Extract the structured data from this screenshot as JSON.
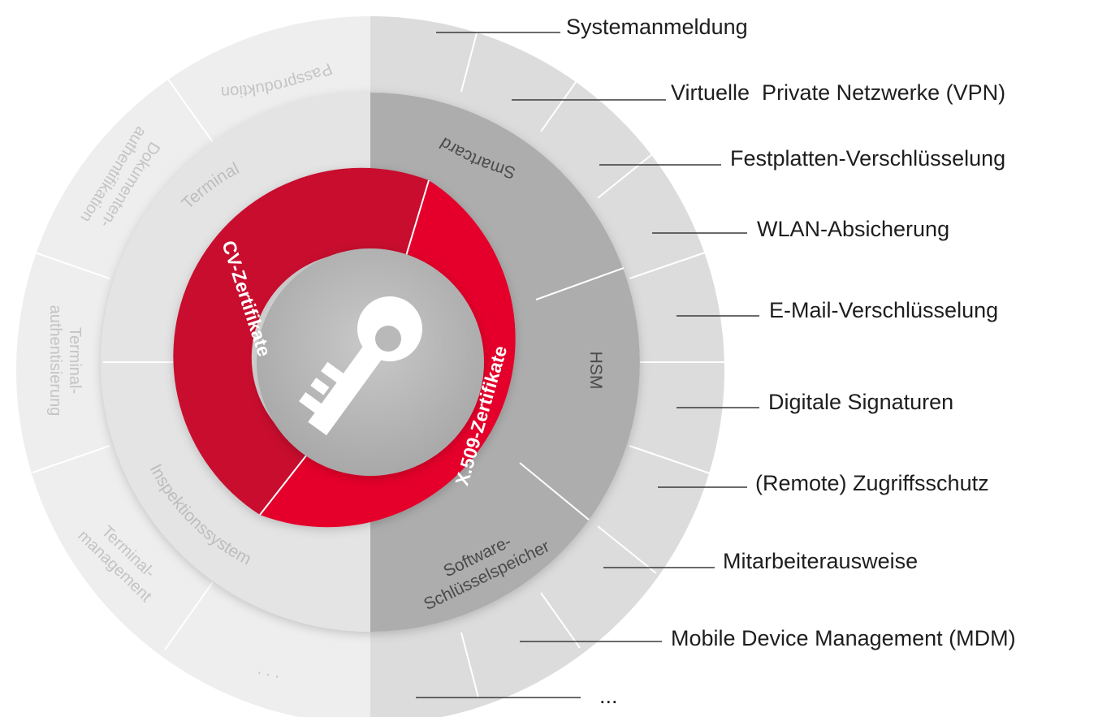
{
  "core": {
    "icon": "key-icon"
  },
  "certificates": [
    {
      "label": "CV-Zertifikate",
      "color": "#c8102e"
    },
    {
      "label": "X.509-Zertifikate",
      "color": "#e4002b"
    }
  ],
  "storage_left": {
    "terminal": "Terminal",
    "inspection": "Inspektionssystem"
  },
  "storage_right": {
    "smartcard": "Smartcard",
    "hsm": "HSM",
    "software_line1": "Software-",
    "software_line2": "Schlüsselspeicher"
  },
  "outer_left": {
    "passproduktion": "Passproduktion",
    "dokauth_line1": "Dokumenten-",
    "dokauth_line2": "authentifikation",
    "termauth_line1": "Terminal-",
    "termauth_line2": "authentisierung",
    "termmgmt_line1": "Terminal-",
    "termmgmt_line2": "management",
    "more": ". . ."
  },
  "applications": [
    "Systemanmeldung",
    "Virtuelle  Private Netzwerke (VPN)",
    "Festplatten-Verschlüsselung",
    "WLAN-Absicherung",
    "E-Mail-Verschlüsselung",
    "Digitale Signaturen",
    "(Remote) Zugriffsschutz",
    "Mitarbeiterausweise",
    "Mobile Device Management (MDM)",
    "..."
  ]
}
